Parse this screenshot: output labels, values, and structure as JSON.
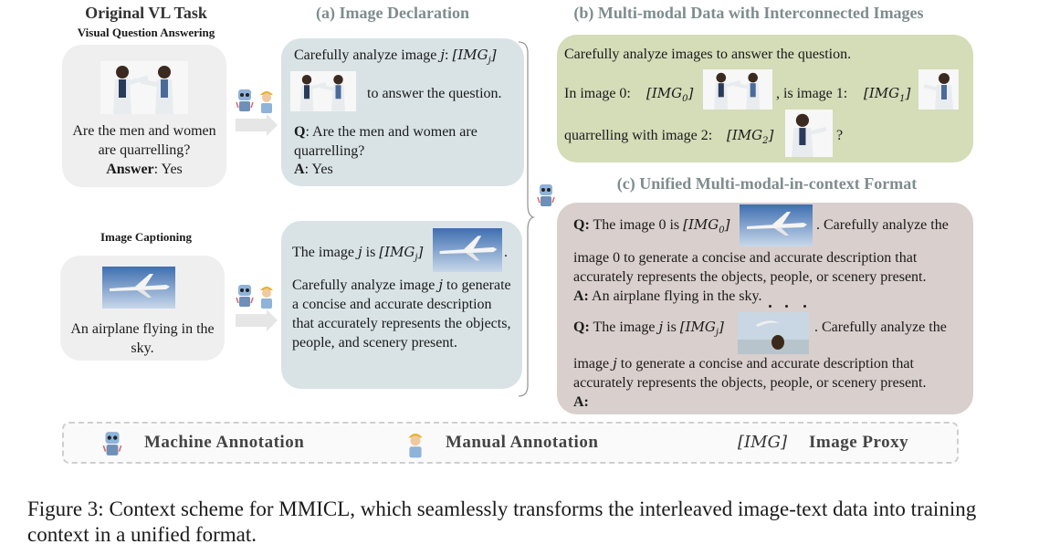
{
  "headers": {
    "original_task": "Original VL Task",
    "image_declaration": "(a) Image Declaration",
    "multi_modal": "(b) Multi-modal Data with Interconnected Images",
    "unified_format": "(c) Unified Multi-modal-in-context Format"
  },
  "original": {
    "vqa_title": "Visual Question Answering",
    "vqa_question": "Are the men and women are quarrelling?",
    "vqa_answer_label": "Answer",
    "vqa_answer_value": ": Yes",
    "captioning_title": "Image Captioning",
    "caption_text": "An airplane flying in the sky."
  },
  "declaration": {
    "vqa_prefix": "Carefully analyze image",
    "vqa_var": "j",
    "vqa_colon": ":",
    "vqa_token": "[IMG",
    "vqa_token_sub": "j",
    "vqa_token_end": "]",
    "vqa_suffix": "to answer the question.",
    "vqa_q_label": "Q",
    "vqa_q_text": ": Are the men and women are quarrelling?",
    "vqa_a_label": "A",
    "vqa_a_text": ": Yes",
    "cap_prefix": "The image",
    "cap_var": "j",
    "cap_is": "is",
    "cap_token": "[IMG",
    "cap_token_sub": "j",
    "cap_token_end": "]",
    "cap_period": ".",
    "cap_body_prefix": "Carefully analyze image",
    "cap_body_var": "j",
    "cap_body_suffix": "to generate a concise and accurate description that accurately represents the objects, people, and scenery present."
  },
  "multimodal": {
    "line1": "Carefully analyze images to answer the question.",
    "line2_prefix": "In image 0:",
    "token0": "[IMG",
    "token0_sub": "0",
    "token0_end": "]",
    "line2_mid": ", is image 1:",
    "token1": "[IMG",
    "token1_sub": "1",
    "token1_end": "]",
    "line3_prefix": "quarrelling with image 2:",
    "token2": "[IMG",
    "token2_sub": "2",
    "token2_end": "]",
    "line3_suffix": "?"
  },
  "unified": {
    "q1_label": "Q:",
    "q1_prefix": "The image 0 is",
    "q1_token": "[IMG",
    "q1_token_sub": "0",
    "q1_token_end": "]",
    "q1_suffix": ". Carefully analyze the",
    "q1_body": "image 0 to generate a concise and accurate description that accurately represents the objects, people, or scenery present.",
    "a1_label": "A:",
    "a1_text": "An airplane flying in the sky.",
    "q2_label": "Q:",
    "q2_prefix": "The image",
    "q2_var": "j",
    "q2_is": "is",
    "q2_token": "[IMG",
    "q2_token_sub": "j",
    "q2_token_end": "]",
    "q2_suffix": ". Carefully analyze the",
    "q2_body_prefix": "image",
    "q2_body_var": "j",
    "q2_body_suffix": "to generate a concise and accurate description that accurately represents the objects, people, or scenery present.",
    "a2_label": "A:"
  },
  "legend": {
    "machine": "Machine Annotation",
    "manual": "Manual Annotation",
    "proxy_token": "[IMG]",
    "proxy_label": "Image Proxy"
  },
  "caption": "Figure 3: Context scheme for MMICL, which seamlessly transforms the interleaved image-text data into training context in a unified format.",
  "colors": {
    "gray_panel": "#efefef",
    "blue_panel": "#d9e3e6",
    "green_panel": "#d4dcb8",
    "mauve_panel": "#d9cfcc",
    "header_gray": "#7f8c8d"
  },
  "icons": [
    "robot-icon",
    "worker-icon",
    "people-quarrel-image",
    "airplane-image",
    "bird-bear-image",
    "man-pointing-image"
  ]
}
